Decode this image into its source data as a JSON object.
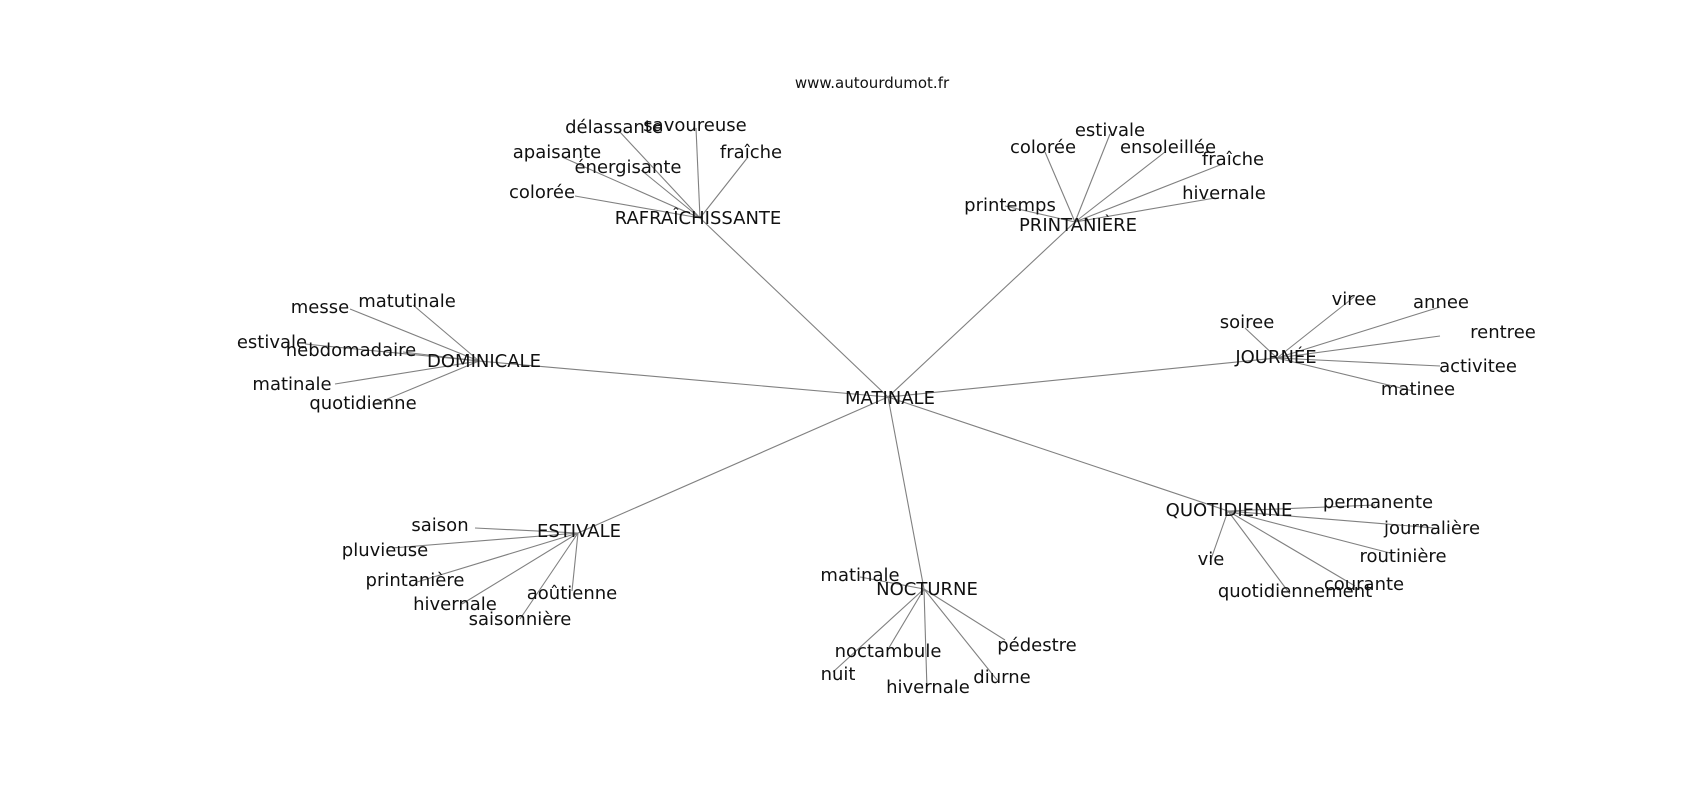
{
  "source_label": "www.autourdumot.fr",
  "root": "MATINALE",
  "branches": [
    {
      "hub": "RAFRAÎCHISSANTE",
      "leaves": [
        "délassante",
        "savoureuse",
        "apaisante",
        "énergisante",
        "fraîche",
        "colorée"
      ]
    },
    {
      "hub": "PRINTANIÈRE",
      "leaves": [
        "estivale",
        "colorée",
        "ensoleillée",
        "fraîche",
        "printemps",
        "hivernale"
      ]
    },
    {
      "hub": "JOURNÉE",
      "leaves": [
        "viree",
        "annee",
        "soiree",
        "rentree",
        "activitee",
        "matinee"
      ]
    },
    {
      "hub": "QUOTIDIENNE",
      "leaves": [
        "permanente",
        "journalière",
        "routinière",
        "vie",
        "courante",
        "quotidiennement"
      ]
    },
    {
      "hub": "NOCTURNE",
      "leaves": [
        "matinale",
        "pédestre",
        "noctambule",
        "nuit",
        "diurne",
        "hivernale"
      ]
    },
    {
      "hub": "ESTIVALE",
      "leaves": [
        "saison",
        "pluvieuse",
        "printanière",
        "aoûtienne",
        "hivernale",
        "saisonnière"
      ]
    },
    {
      "hub": "DOMINICALE",
      "leaves": [
        "matutinale",
        "messe",
        "estivale",
        "hebdomadaire",
        "matinale",
        "quotidienne"
      ]
    }
  ]
}
